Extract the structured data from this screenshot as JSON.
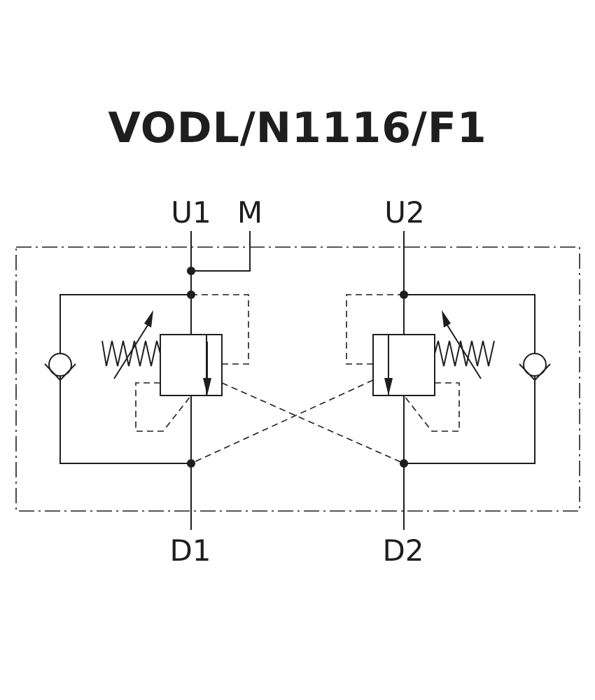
{
  "title": "VODL/N1116/F1",
  "ports": {
    "u1": "U1",
    "m": "M",
    "u2": "U2",
    "d1": "D1",
    "d2": "D2"
  },
  "colors": {
    "line": "#1e1e1e",
    "background": "#ffffff"
  }
}
